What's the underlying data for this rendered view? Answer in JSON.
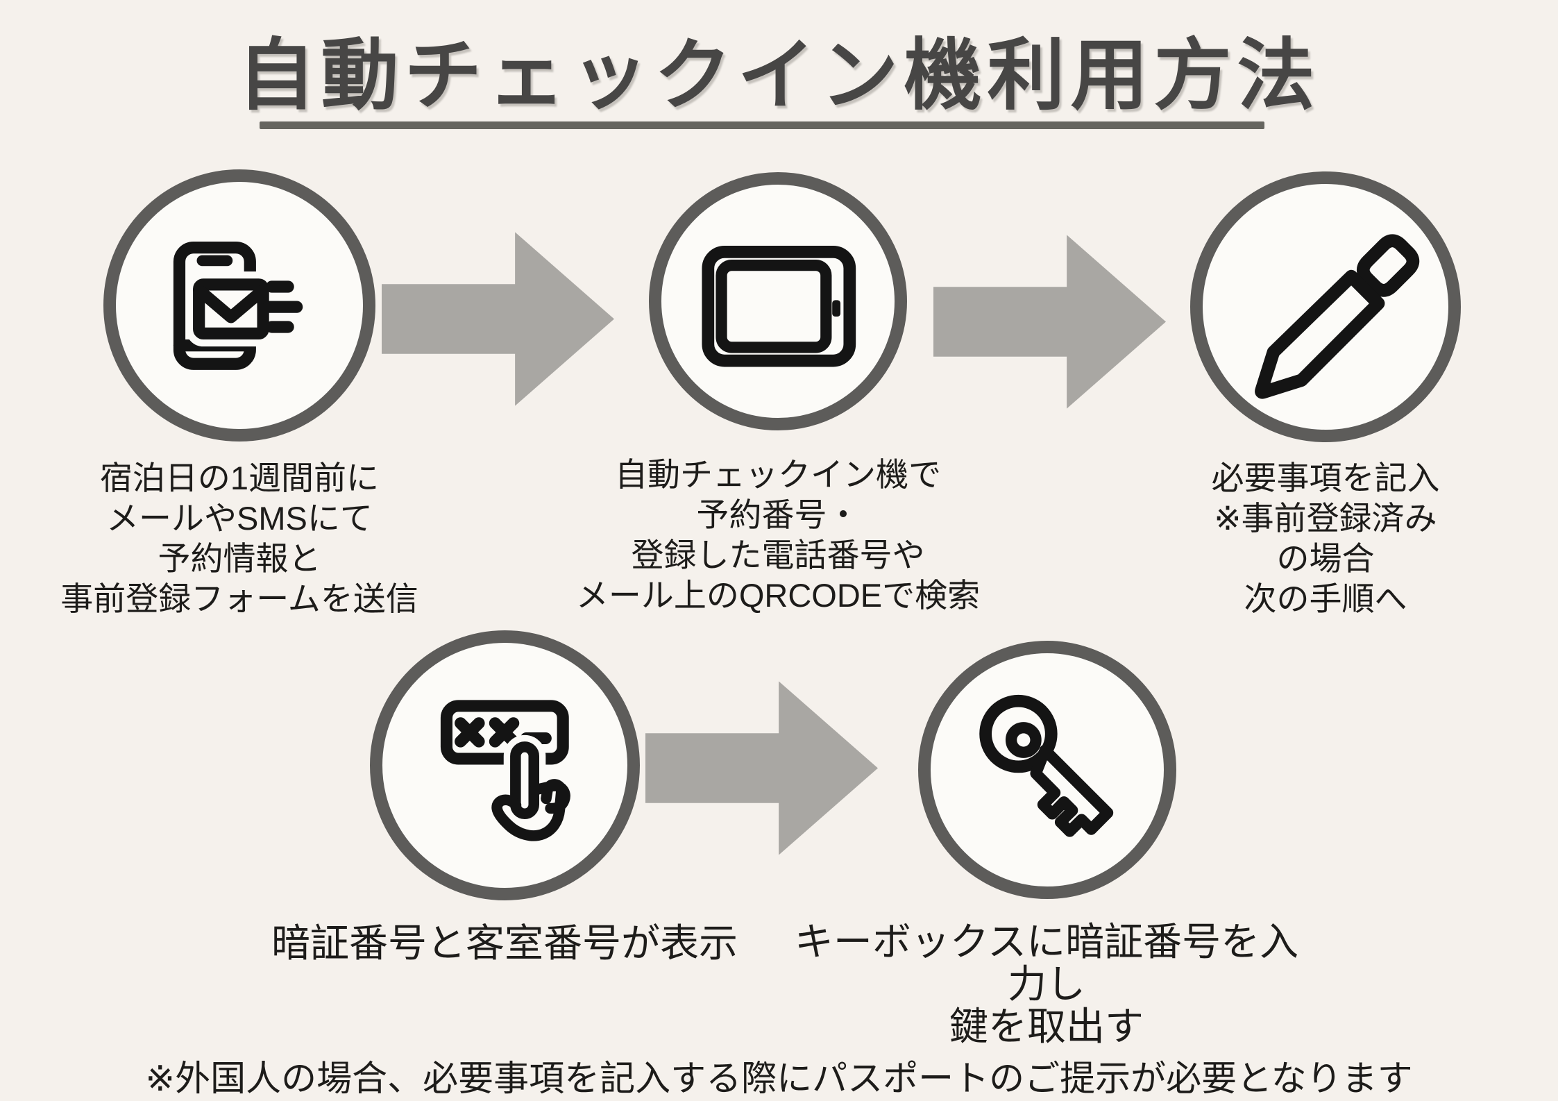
{
  "title": {
    "text": "自動チェックイン機利用方法"
  },
  "steps": [
    {
      "icon": "phone-message-icon",
      "caption": "宿泊日の1週間前に\nメールやSMSにて\n予約情報と\n事前登録フォームを送信"
    },
    {
      "icon": "checkin-kiosk-tablet-icon",
      "caption": "自動チェックイン機で\n予約番号・\n登録した電話番号や\nメール上のQRCODEで検索"
    },
    {
      "icon": "pencil-icon",
      "caption": "必要事項を記入\n※事前登録済みの場合\n次の手順へ"
    },
    {
      "icon": "pin-entry-icon",
      "caption": "暗証番号と客室番号が表示"
    },
    {
      "icon": "key-icon",
      "caption": "キーボックスに暗証番号を入力し\n鍵を取出す"
    }
  ],
  "footnote": {
    "text": "※外国人の場合、必要事項を記入する際にパスポートのご提示が必要となります"
  },
  "colors": {
    "background": "#f5f1ec",
    "circle_fill": "#fcfbf8",
    "circle_ring": "#5d5c5a",
    "icon_stroke": "#141414",
    "arrow": "#a9a7a3",
    "title": "#474645",
    "underline": "#66655f",
    "text": "#1d1c1a"
  }
}
